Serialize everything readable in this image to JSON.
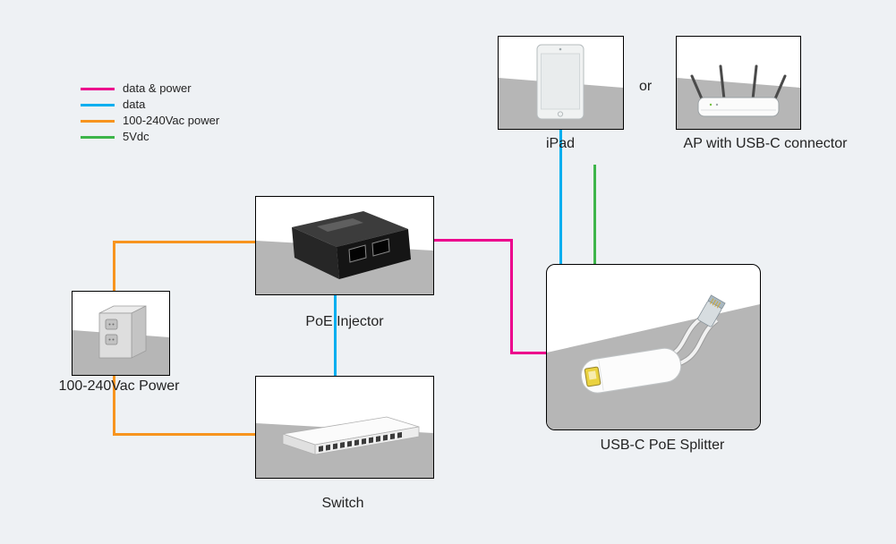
{
  "colors": {
    "background": "#eef1f4",
    "box_border": "#000000",
    "label_text": "#232323"
  },
  "legend": {
    "items": [
      {
        "label": "data & power",
        "color": "#ec008c"
      },
      {
        "label": "data",
        "color": "#00aeef"
      },
      {
        "label": "100-240Vac power",
        "color": "#f7941e"
      },
      {
        "label": "5Vdc",
        "color": "#3db54a"
      }
    ]
  },
  "nodes": {
    "ipad": {
      "label": "iPad"
    },
    "ap": {
      "label": "AP with USB-C connector"
    },
    "or_separator": "or",
    "poe_injector": {
      "label": "PoE Injector"
    },
    "ac_power": {
      "label": "100-240Vac Power"
    },
    "switch": {
      "label": "Switch"
    },
    "splitter": {
      "label": "USB-C PoE Splitter"
    }
  },
  "connections": [
    {
      "from": "100-240Vac Power",
      "to": "PoE Injector",
      "type": "100-240Vac power"
    },
    {
      "from": "100-240Vac Power",
      "to": "Switch",
      "type": "100-240Vac power"
    },
    {
      "from": "Switch",
      "to": "PoE Injector",
      "type": "data"
    },
    {
      "from": "PoE Injector",
      "to": "USB-C PoE Splitter",
      "type": "data & power"
    },
    {
      "from": "USB-C PoE Splitter",
      "to": "iPad",
      "type": "data"
    },
    {
      "from": "USB-C PoE Splitter",
      "to": "AP with USB-C connector",
      "type": "5Vdc"
    }
  ]
}
